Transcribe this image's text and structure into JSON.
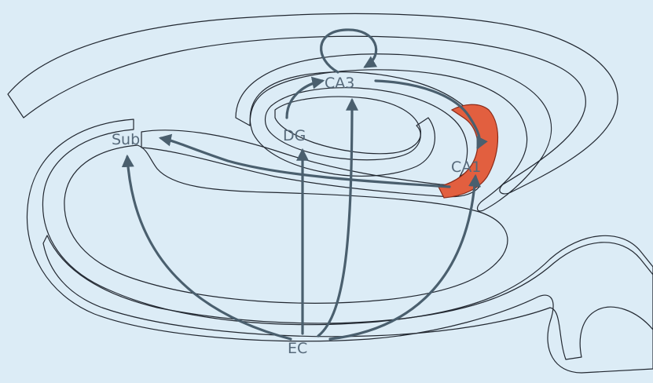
{
  "diagram": {
    "regions": {
      "ca3": "CA3",
      "dg": "DG",
      "sub": "Sub",
      "ca1": "CA1",
      "ec": "EC"
    },
    "colors": {
      "background": "#dcecf6",
      "tissue_light": "#e8f3f9",
      "tissue_mid": "#a9d4ea",
      "tissue_deep": "#6fbedf",
      "ca1_highlight": "#e25f3f",
      "pathway": "#4a5f6e",
      "label": "#56697a"
    }
  }
}
